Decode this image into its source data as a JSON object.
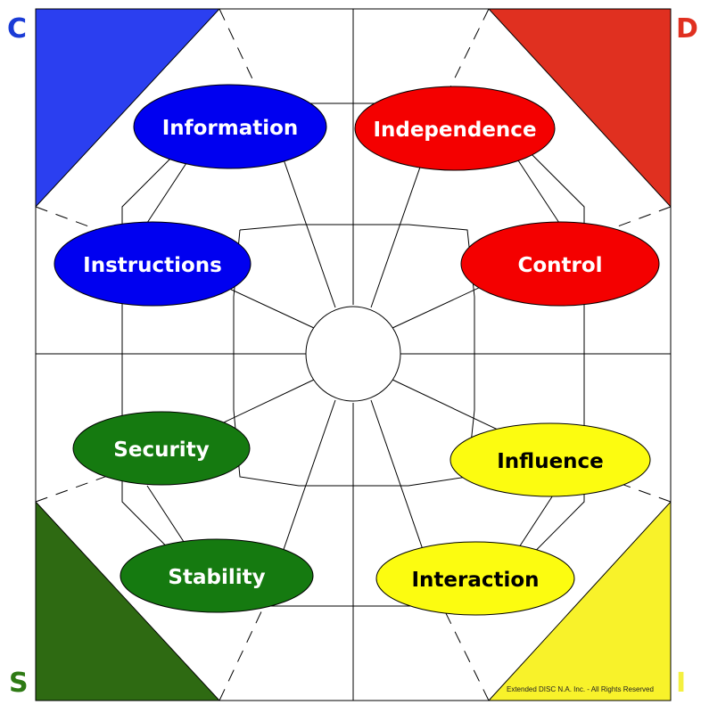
{
  "corners": {
    "c": {
      "letter": "C",
      "color": "#1a3bd6",
      "fill": "#2b3ff0"
    },
    "d": {
      "letter": "D",
      "color": "#e03020",
      "fill": "#e03020"
    },
    "s": {
      "letter": "S",
      "color": "#2e7a14",
      "fill": "#2e6a12"
    },
    "i": {
      "letter": "I",
      "color": "#f4f040",
      "fill": "#f8f22a"
    }
  },
  "ellipses": [
    {
      "label": "Information",
      "fill": "#0000f0",
      "text_color": "#ffffff"
    },
    {
      "label": "Independence",
      "fill": "#f40000",
      "text_color": "#ffffff"
    },
    {
      "label": "Instructions",
      "fill": "#0000f0",
      "text_color": "#ffffff"
    },
    {
      "label": "Control",
      "fill": "#f40000",
      "text_color": "#ffffff"
    },
    {
      "label": "Security",
      "fill": "#157a10",
      "text_color": "#ffffff"
    },
    {
      "label": "Influence",
      "fill": "#fcfc10",
      "text_color": "#000000"
    },
    {
      "label": "Stability",
      "fill": "#157a10",
      "text_color": "#ffffff"
    },
    {
      "label": "Interaction",
      "fill": "#fcfc10",
      "text_color": "#000000"
    }
  ],
  "footer": {
    "copyright": "Extended DISC N.A. Inc. - All Rights Reserved"
  }
}
